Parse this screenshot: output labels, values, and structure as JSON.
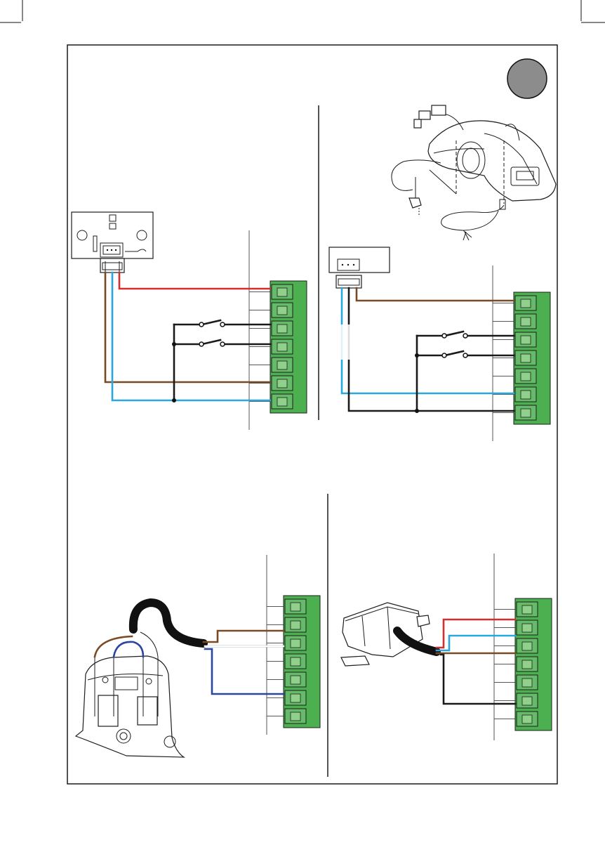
{
  "figure": {
    "badge_color": "#8c8c8c",
    "wire_colors": {
      "red": "#d32f2f",
      "brown": "#7a4a25",
      "light_blue": "#29a8df",
      "dark_blue": "#2b46a0",
      "black": "#1a1a1a",
      "white": "#ffffff"
    },
    "terminal_color": "#4caf50",
    "panels": [
      {
        "id": "top-left",
        "terminals": 7
      },
      {
        "id": "top-right",
        "terminals": 7
      },
      {
        "id": "bottom-left",
        "terminals": 7
      },
      {
        "id": "bottom-right",
        "terminals": 7
      }
    ]
  }
}
